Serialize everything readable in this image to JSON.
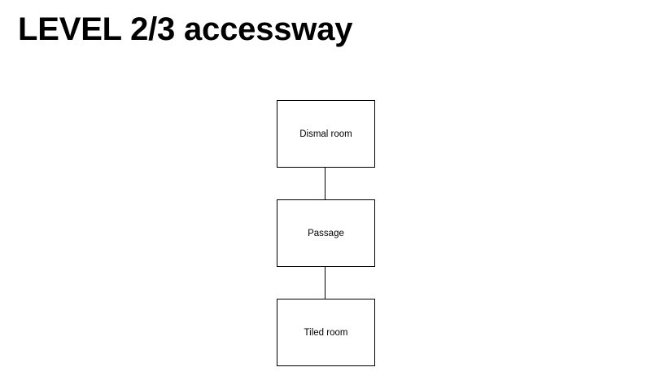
{
  "page": {
    "title": "LEVEL 2/3 accessway",
    "background_color": "#ffffff",
    "line_color": "#000000",
    "text_color": "#000000"
  },
  "diagram": {
    "type": "flowchart",
    "orientation": "vertical",
    "nodes": [
      {
        "id": "node-1",
        "label": "Dismal room",
        "shape": "rectangle"
      },
      {
        "id": "node-2",
        "label": "Passage",
        "shape": "rectangle"
      },
      {
        "id": "node-3",
        "label": "Tiled room",
        "shape": "rectangle"
      }
    ],
    "connectors": [
      {
        "id": "connector-1",
        "from": "node-1",
        "to": "node-2",
        "style": "line"
      },
      {
        "id": "connector-2",
        "from": "node-2",
        "to": "node-3",
        "style": "line"
      }
    ]
  }
}
